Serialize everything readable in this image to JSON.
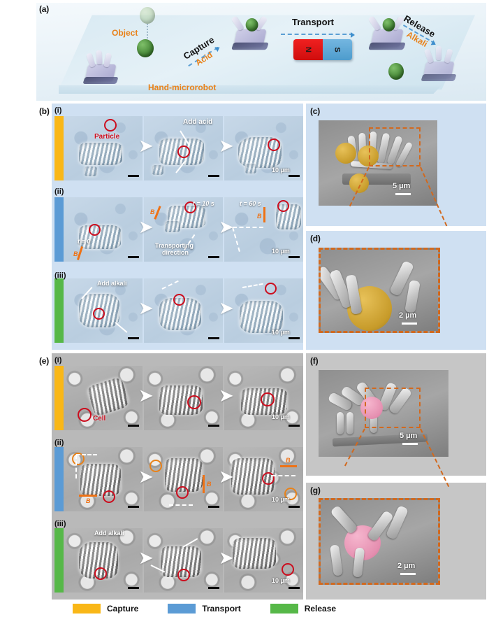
{
  "figure": {
    "panels": {
      "a": "(a)",
      "b": "(b)",
      "c": "(c)",
      "d": "(d)",
      "e": "(e)",
      "f": "(f)",
      "g": "(g)"
    },
    "romans": {
      "i": "(i)",
      "ii": "(ii)",
      "iii": "(iii)"
    }
  },
  "schematic": {
    "object_label": "Object",
    "robot_label": "Hand-microrobot",
    "capture_label": "Capture",
    "acid_label": "Acid",
    "transport_label": "Transport",
    "release_label": "Release",
    "alkali_label": "Alkali",
    "magnet_north": "N",
    "magnet_south": "S"
  },
  "panel_b": {
    "row_i": {
      "stage": "Capture",
      "particle_label": "Particle",
      "add_acid_label": "Add acid",
      "scale": "10 µm"
    },
    "row_ii": {
      "stage": "Transport",
      "t0": "t = 0",
      "t10": "t = 10 s",
      "t60": "t = 60 s",
      "b_field": "B",
      "direction_label_1": "Transporting",
      "direction_label_2": "direction",
      "scale": "10 µm"
    },
    "row_iii": {
      "stage": "Release",
      "add_alkali_label": "Add alkali",
      "scale": "10 µm"
    }
  },
  "panel_c": {
    "scale": "5 µm"
  },
  "panel_d": {
    "scale": "2 µm"
  },
  "panel_e": {
    "row_i": {
      "stage": "Capture",
      "cell_label": "Cell",
      "scale": "10 µm"
    },
    "row_ii": {
      "stage": "Transport",
      "b_field": "B",
      "scale": "10 µm"
    },
    "row_iii": {
      "stage": "Release",
      "add_alkali_label": "Add alkali",
      "scale": "10 µm"
    }
  },
  "panel_f": {
    "scale": "5 µm"
  },
  "panel_g": {
    "scale": "2 µm"
  },
  "legend": {
    "items": [
      {
        "label": "Capture",
        "color": "#f9b717"
      },
      {
        "label": "Transport",
        "color": "#5b9bd5"
      },
      {
        "label": "Release",
        "color": "#56b848"
      }
    ]
  },
  "colors": {
    "capture": "#f9b717",
    "transport": "#5b9bd5",
    "release": "#56b848",
    "highlight_red": "#cc0d1e",
    "highlight_orange": "#e8821a",
    "dash_orange": "#d2691e",
    "magnet_n": "#ef1111",
    "magnet_s": "#5ba7d6"
  }
}
